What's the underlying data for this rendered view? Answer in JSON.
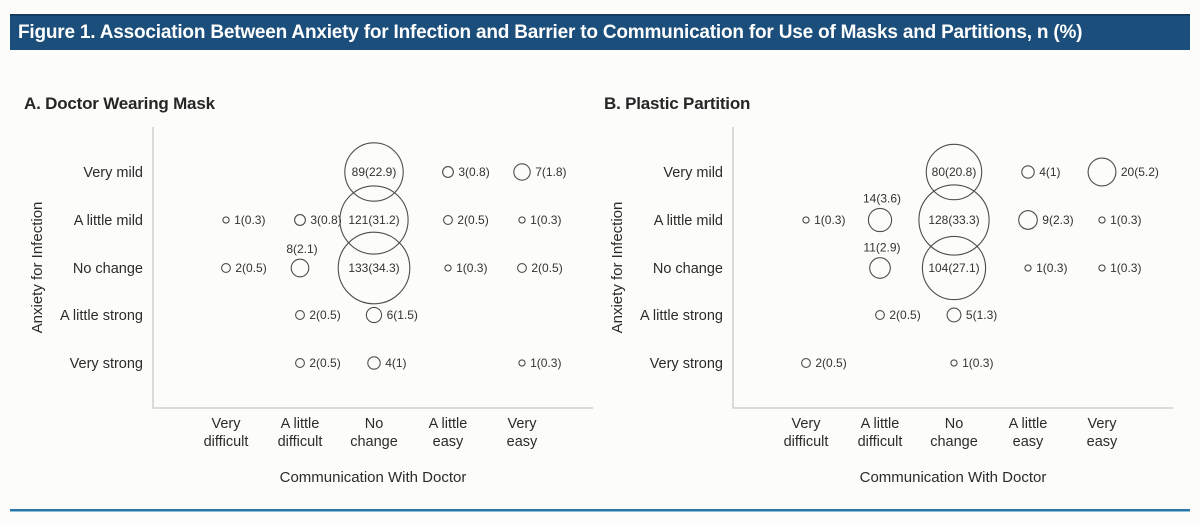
{
  "figure_title": "Figure 1. Association Between Anxiety for Infection and Barrier to Communication for Use of Masks and Partitions, n (%)",
  "colors": {
    "header_bg": "#1b4e7a",
    "header_text": "#ffffff",
    "footer_rule": "#2a76a8",
    "axis_line": "#c9c9c9",
    "circle_stroke": "#4d4d4d",
    "label_text": "#333333"
  },
  "axes": {
    "x_title": "Communication With Doctor",
    "y_title": "Anxiety for Infection",
    "x_categories": [
      "Very difficult",
      "A little difficult",
      "No change",
      "A little easy",
      "Very easy"
    ],
    "y_categories": [
      "Very mild",
      "A little mild",
      "No change",
      "A little strong",
      "Very strong"
    ]
  },
  "chart_data": [
    {
      "type": "scatter",
      "subtype": "bubble",
      "panel_label": "A. Doctor Wearing Mask",
      "xlabel": "Communication With Doctor",
      "ylabel": "Anxiety for Infection",
      "size_encoding": "bubble area proportional to n",
      "points": [
        {
          "x": "No change",
          "y": "Very mild",
          "n": 89,
          "pct": 22.9,
          "label": "89(22.9)",
          "label_pos": "inside"
        },
        {
          "x": "A little easy",
          "y": "Very mild",
          "n": 3,
          "pct": 0.8,
          "label": "3(0.8)",
          "label_pos": "right"
        },
        {
          "x": "Very easy",
          "y": "Very mild",
          "n": 7,
          "pct": 1.8,
          "label": "7(1.8)",
          "label_pos": "right"
        },
        {
          "x": "Very difficult",
          "y": "A little mild",
          "n": 1,
          "pct": 0.3,
          "label": "1(0.3)",
          "label_pos": "right"
        },
        {
          "x": "A little difficult",
          "y": "A little mild",
          "n": 3,
          "pct": 0.8,
          "label": "3(0.8)",
          "label_pos": "right"
        },
        {
          "x": "No change",
          "y": "A little mild",
          "n": 121,
          "pct": 31.2,
          "label": "121(31.2)",
          "label_pos": "inside"
        },
        {
          "x": "A little easy",
          "y": "A little mild",
          "n": 2,
          "pct": 0.5,
          "label": "2(0.5)",
          "label_pos": "right"
        },
        {
          "x": "Very easy",
          "y": "A little mild",
          "n": 1,
          "pct": 0.3,
          "label": "1(0.3)",
          "label_pos": "right"
        },
        {
          "x": "Very difficult",
          "y": "No change",
          "n": 2,
          "pct": 0.5,
          "label": "2(0.5)",
          "label_pos": "right"
        },
        {
          "x": "A little difficult",
          "y": "No change",
          "n": 8,
          "pct": 2.1,
          "label": "8(2.1)",
          "label_pos": "above"
        },
        {
          "x": "No change",
          "y": "No change",
          "n": 133,
          "pct": 34.3,
          "label": "133(34.3)",
          "label_pos": "inside"
        },
        {
          "x": "A little easy",
          "y": "No change",
          "n": 1,
          "pct": 0.3,
          "label": "1(0.3)",
          "label_pos": "right"
        },
        {
          "x": "Very easy",
          "y": "No change",
          "n": 2,
          "pct": 0.5,
          "label": "2(0.5)",
          "label_pos": "right"
        },
        {
          "x": "A little difficult",
          "y": "A little strong",
          "n": 2,
          "pct": 0.5,
          "label": "2(0.5)",
          "label_pos": "right"
        },
        {
          "x": "No change",
          "y": "A little strong",
          "n": 6,
          "pct": 1.5,
          "label": "6(1.5)",
          "label_pos": "right"
        },
        {
          "x": "A little difficult",
          "y": "Very strong",
          "n": 2,
          "pct": 0.5,
          "label": "2(0.5)",
          "label_pos": "right"
        },
        {
          "x": "No change",
          "y": "Very strong",
          "n": 4,
          "pct": 1,
          "label": "4(1)",
          "label_pos": "right"
        },
        {
          "x": "Very easy",
          "y": "Very strong",
          "n": 1,
          "pct": 0.3,
          "label": "1(0.3)",
          "label_pos": "right"
        }
      ]
    },
    {
      "type": "scatter",
      "subtype": "bubble",
      "panel_label": "B. Plastic Partition",
      "xlabel": "Communication With Doctor",
      "ylabel": "Anxiety for Infection",
      "size_encoding": "bubble area proportional to n",
      "points": [
        {
          "x": "No change",
          "y": "Very mild",
          "n": 80,
          "pct": 20.8,
          "label": "80(20.8)",
          "label_pos": "inside"
        },
        {
          "x": "A little easy",
          "y": "Very mild",
          "n": 4,
          "pct": 1,
          "label": "4(1)",
          "label_pos": "right"
        },
        {
          "x": "Very easy",
          "y": "Very mild",
          "n": 20,
          "pct": 5.2,
          "label": "20(5.2)",
          "label_pos": "right"
        },
        {
          "x": "Very difficult",
          "y": "A little mild",
          "n": 1,
          "pct": 0.3,
          "label": "1(0.3)",
          "label_pos": "right"
        },
        {
          "x": "A little difficult",
          "y": "A little mild",
          "n": 14,
          "pct": 3.6,
          "label": "14(3.6)",
          "label_pos": "above"
        },
        {
          "x": "No change",
          "y": "A little mild",
          "n": 128,
          "pct": 33.3,
          "label": "128(33.3)",
          "label_pos": "inside"
        },
        {
          "x": "A little easy",
          "y": "A little mild",
          "n": 9,
          "pct": 2.3,
          "label": "9(2.3)",
          "label_pos": "right"
        },
        {
          "x": "Very easy",
          "y": "A little mild",
          "n": 1,
          "pct": 0.3,
          "label": "1(0.3)",
          "label_pos": "right"
        },
        {
          "x": "A little difficult",
          "y": "No change",
          "n": 11,
          "pct": 2.9,
          "label": "11(2.9)",
          "label_pos": "above"
        },
        {
          "x": "No change",
          "y": "No change",
          "n": 104,
          "pct": 27.1,
          "label": "104(27.1)",
          "label_pos": "inside"
        },
        {
          "x": "A little easy",
          "y": "No change",
          "n": 1,
          "pct": 0.3,
          "label": "1(0.3)",
          "label_pos": "right"
        },
        {
          "x": "Very easy",
          "y": "No change",
          "n": 1,
          "pct": 0.3,
          "label": "1(0.3)",
          "label_pos": "right"
        },
        {
          "x": "A little difficult",
          "y": "A little strong",
          "n": 2,
          "pct": 0.5,
          "label": "2(0.5)",
          "label_pos": "right"
        },
        {
          "x": "No change",
          "y": "A little strong",
          "n": 5,
          "pct": 1.3,
          "label": "5(1.3)",
          "label_pos": "right"
        },
        {
          "x": "Very difficult",
          "y": "Very strong",
          "n": 2,
          "pct": 0.5,
          "label": "2(0.5)",
          "label_pos": "right"
        },
        {
          "x": "No change",
          "y": "Very strong",
          "n": 1,
          "pct": 0.3,
          "label": "1(0.3)",
          "label_pos": "right"
        }
      ]
    }
  ]
}
